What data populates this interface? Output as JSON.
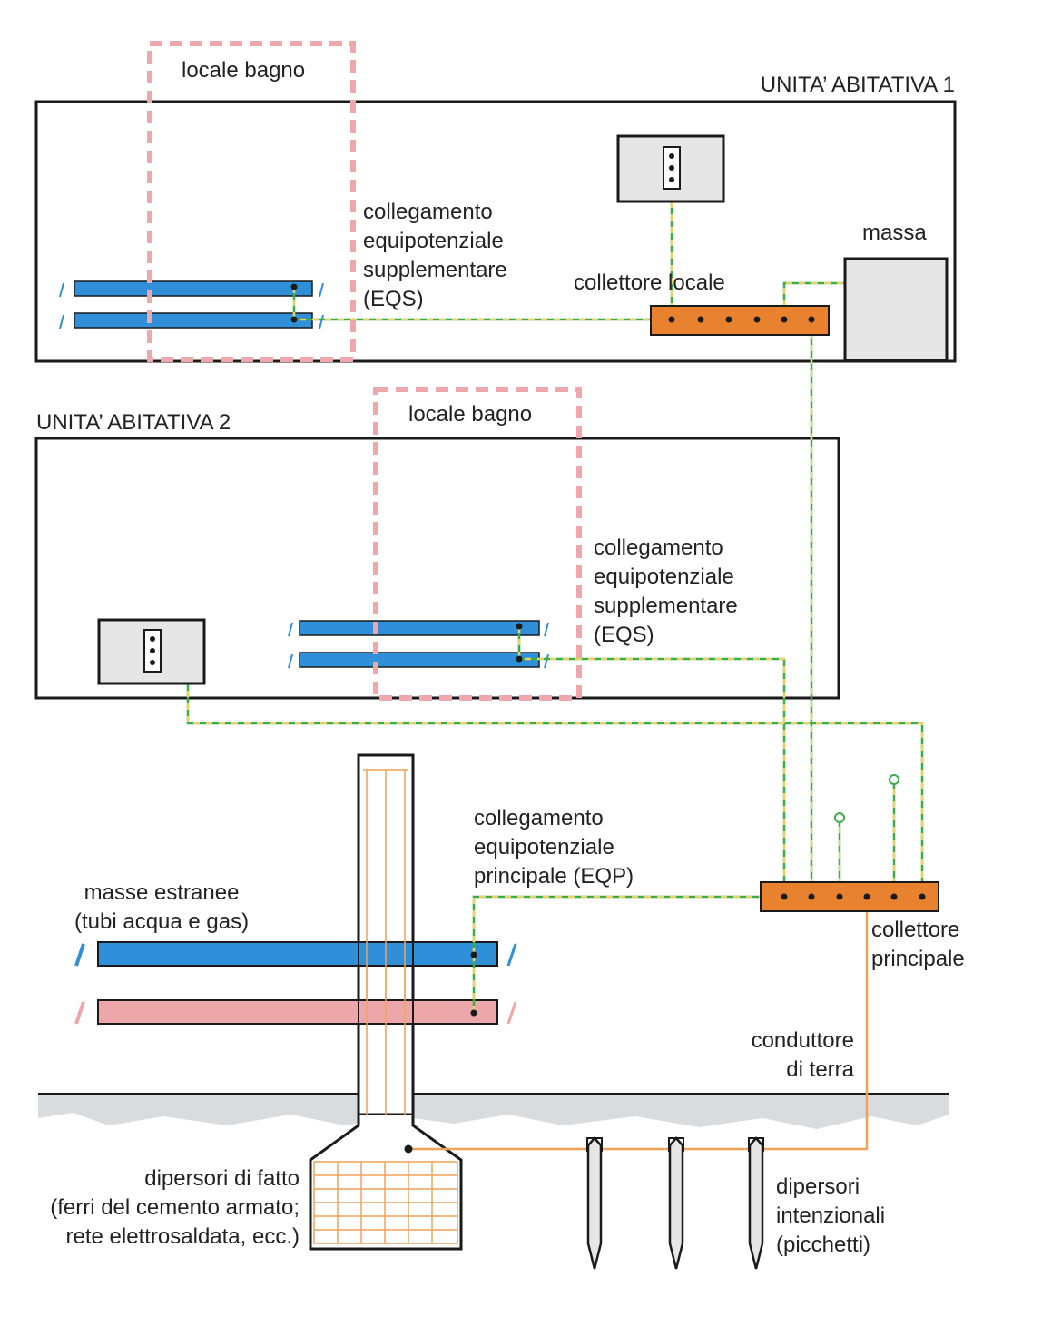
{
  "colors": {
    "outline": "#1a1a1a",
    "pipe_blue": "#2f8fd8",
    "pipe_pink": "#eda7aa",
    "bathroom_dash": "#eea8ab",
    "conductor_green": "#3cab4a",
    "conductor_yellow": "#e8d36a",
    "earth_orange": "#f0a25a",
    "collector_orange": "#e8822e",
    "box_grey": "#e6e6e6",
    "ground_grey": "#d9dcde"
  },
  "unit1": {
    "title": "UNITA’ ABITATIVA 1",
    "bathroom_label": "locale bagno"
  },
  "unit2": {
    "title": "UNITA’ ABITATIVA 2",
    "bathroom_label": "locale bagno"
  },
  "labels": {
    "eqs_1": [
      "collegamento",
      "equipotenziale",
      "supplementare",
      "(EQS)"
    ],
    "eqs_2": [
      "collegamento",
      "equipotenziale",
      "supplementare",
      "(EQS)"
    ],
    "local_collector": "collettore locale",
    "mass": "massa",
    "eqp": [
      "collegamento",
      "equipotenziale",
      "principale (EQP)"
    ],
    "extraneous": [
      "masse estranee",
      "(tubi acqua e gas)"
    ],
    "main_collector": [
      "collettore",
      "principale"
    ],
    "earth_conductor": [
      "conduttore",
      "di terra"
    ],
    "de_facto": [
      "dipersori di fatto",
      "(ferri del cemento armato;",
      "rete elettrosaldata, ecc.)"
    ],
    "intentional": [
      "dipersori",
      "intenzionali",
      "(picchetti)"
    ]
  },
  "icons": {
    "socket": "wall-socket-icon",
    "earth_rod": "earth-rod-icon",
    "terminal": "terminal-dot-icon"
  }
}
